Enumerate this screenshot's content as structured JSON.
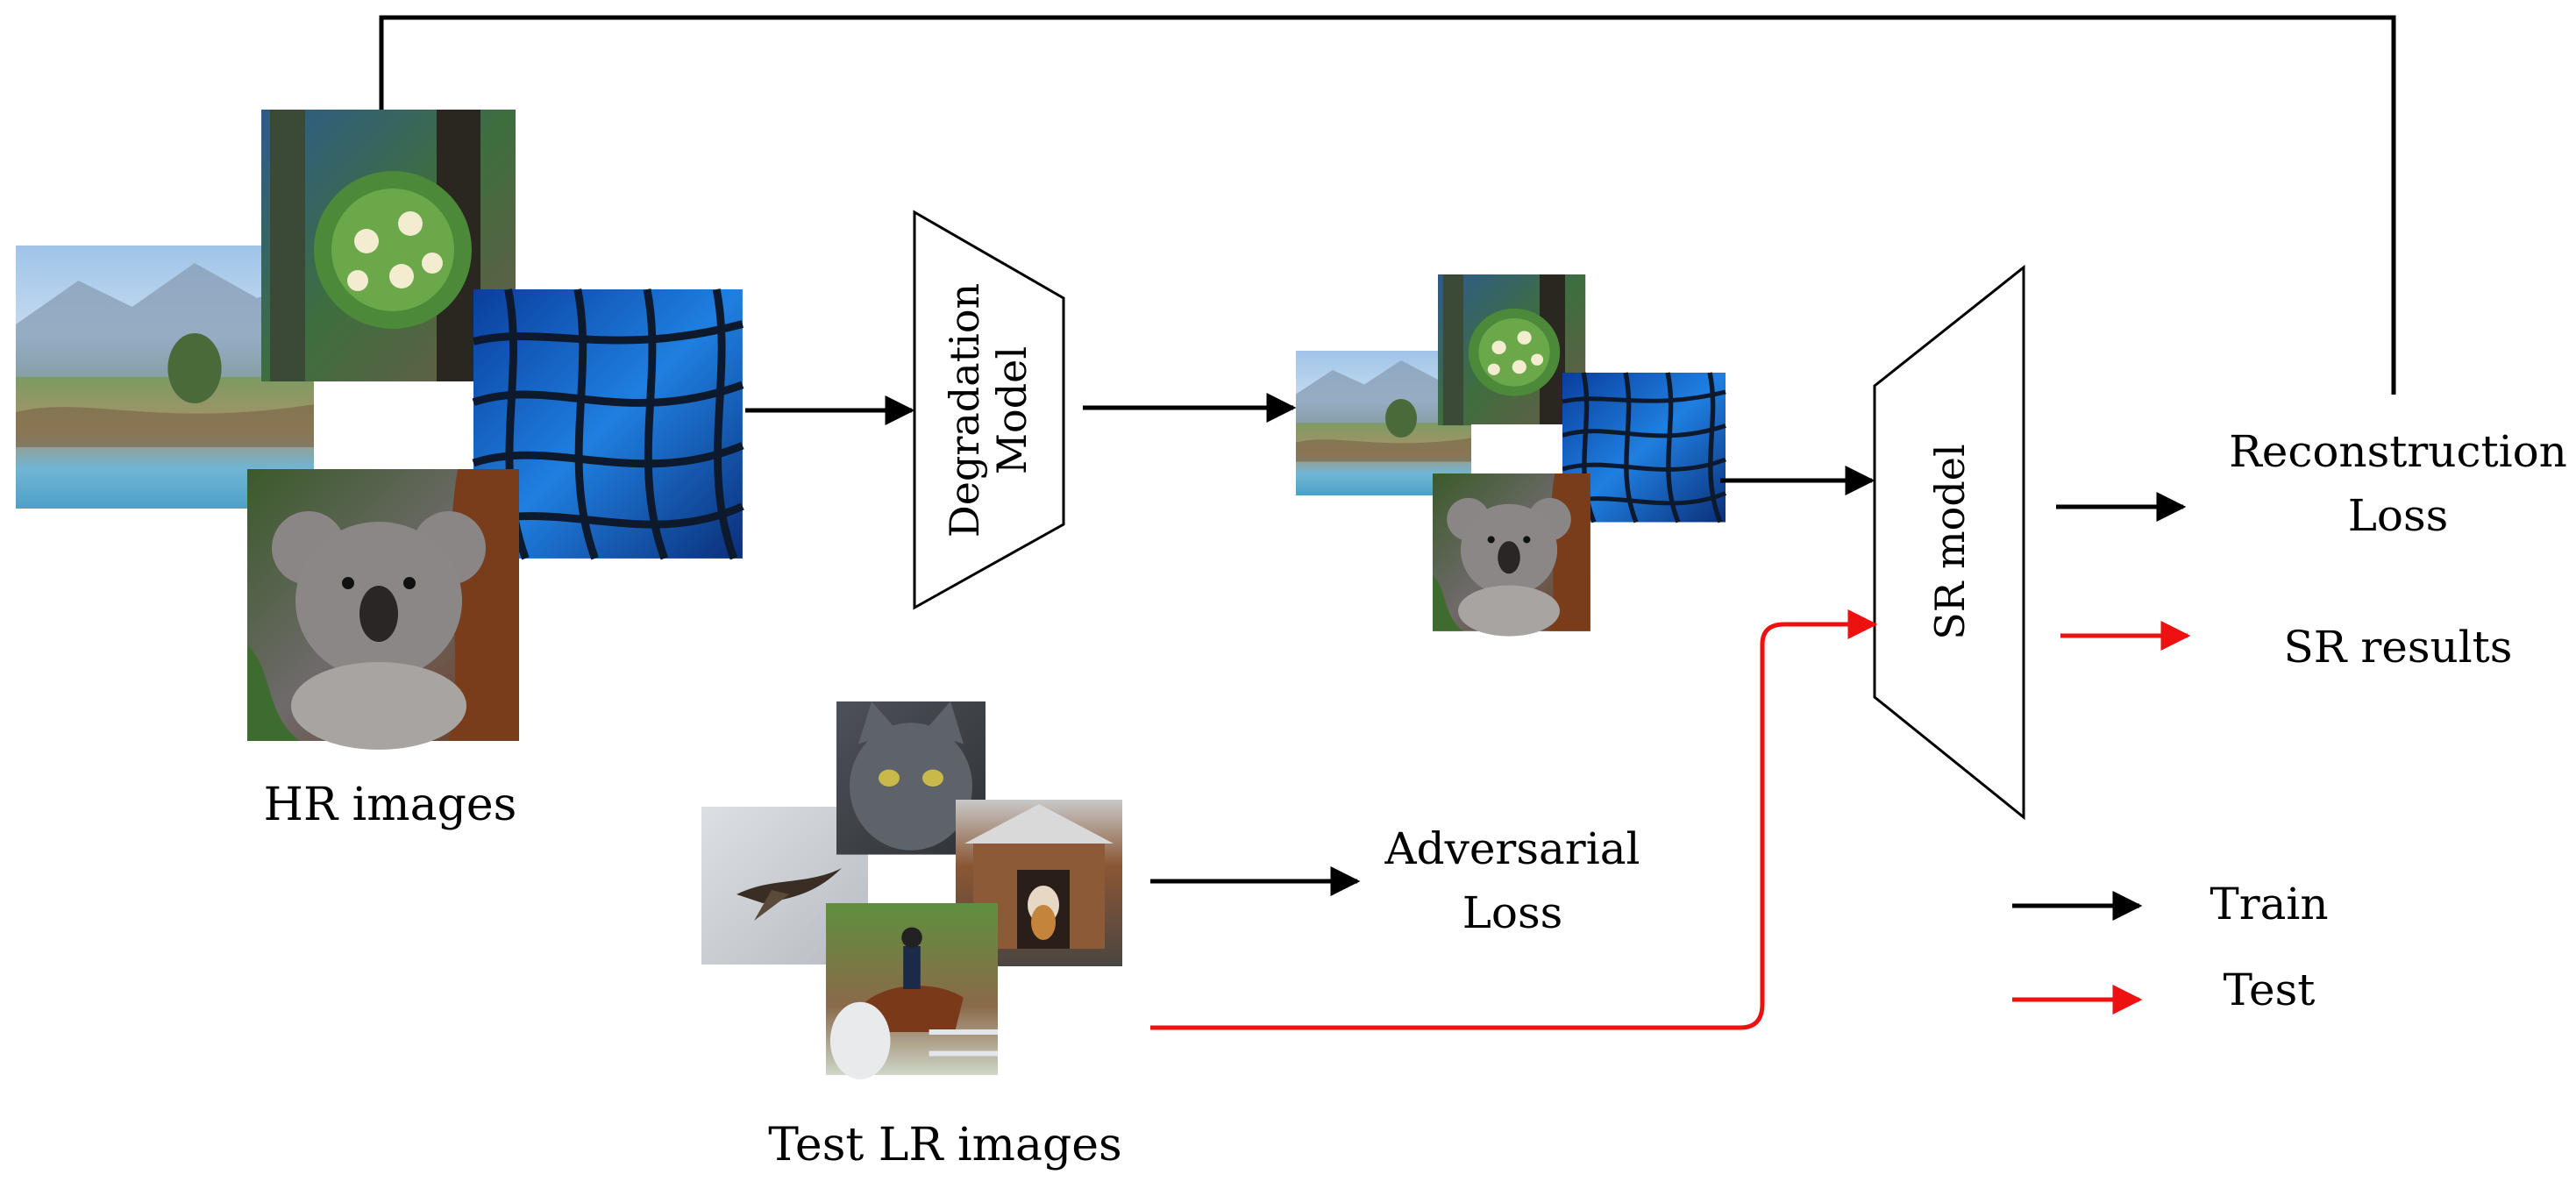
{
  "labels": {
    "hr_images": "HR images",
    "test_lr_images": "Test LR images",
    "degradation_line1": "Degradation",
    "degradation_line2": "Model",
    "sr_model": "SR model",
    "reconstruction_line1": "Reconstruction",
    "reconstruction_line2": "Loss",
    "sr_results": "SR results",
    "adversarial_line1": "Adversarial",
    "adversarial_line2": "Loss",
    "legend_train": "Train",
    "legend_test": "Test"
  },
  "colors": {
    "train_arrow": "#000000",
    "test_arrow": "#ee1111"
  },
  "image_tiles": {
    "hr": [
      "mountain-lake-landscape",
      "cactus-flower",
      "blue-glass-facade",
      "koala"
    ],
    "degraded": [
      "mountain-lake-landscape",
      "cactus-flower",
      "blue-glass-facade",
      "koala"
    ],
    "test_lr": [
      "flying-bird",
      "gray-cat",
      "dog-in-kennel",
      "horse-rider-jumping"
    ]
  }
}
